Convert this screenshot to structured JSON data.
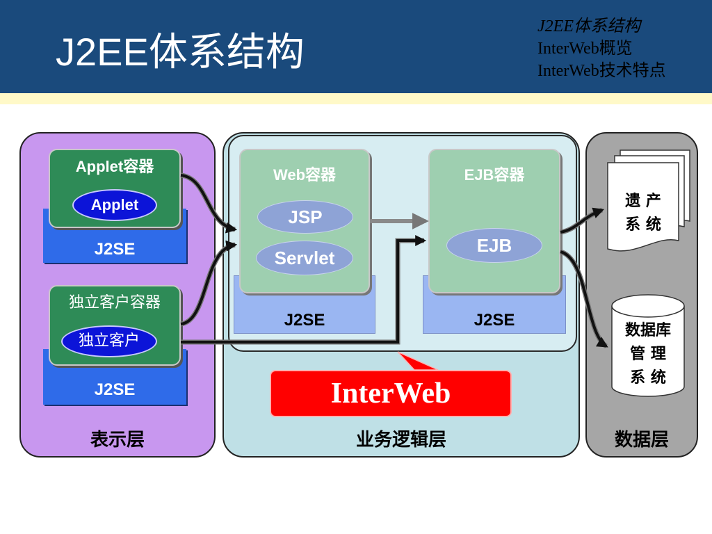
{
  "header": {
    "title": "J2EE体系结构",
    "nav": [
      "J2EE体系结构",
      "InterWeb概览",
      "InterWeb技术特点"
    ]
  },
  "tiers": {
    "presentation": "表示层",
    "business": "业务逻辑层",
    "data": "数据层"
  },
  "presentation": {
    "applet_container": "Applet容器",
    "applet": "Applet",
    "applet_j2se": "J2SE",
    "client_container": "独立客户容器",
    "client": "独立客户",
    "client_j2se": "J2SE"
  },
  "business": {
    "web_container": "Web容器",
    "jsp": "JSP",
    "servlet": "Servlet",
    "web_j2se": "J2SE",
    "ejb_container": "EJB容器",
    "ejb": "EJB",
    "ejb_j2se": "J2SE",
    "interweb": "InterWeb"
  },
  "data": {
    "legacy": [
      "遗 产",
      "系 统"
    ],
    "dbms": [
      "数据库",
      "管 理",
      "系 统"
    ]
  },
  "colors": {
    "header": "#1a4a7c",
    "presentation_tier": "#c897ef",
    "business_tier": "#bfe0e6",
    "data_tier": "#a6a6a6",
    "container_green": "#2e8b57",
    "container_mint": "#9ecfb0",
    "j2se_blue": "#2f6be9",
    "interweb_red": "#ff0000"
  }
}
